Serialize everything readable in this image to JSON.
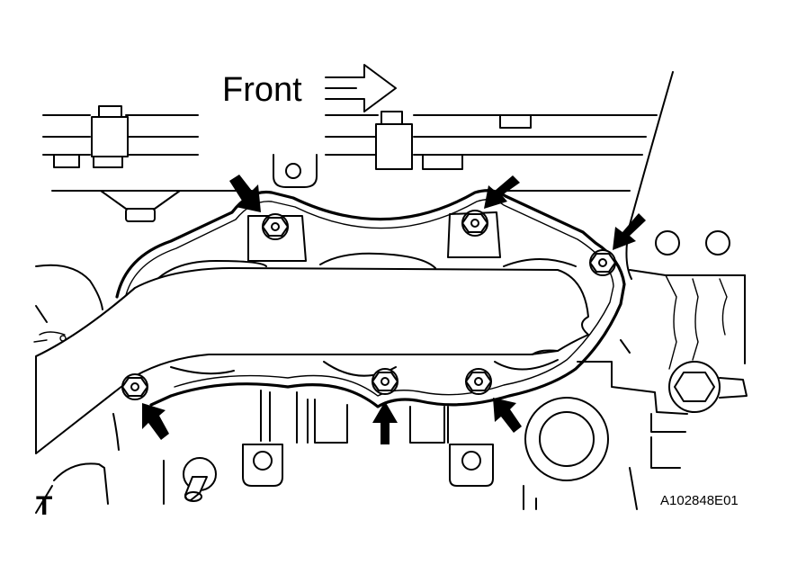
{
  "labels": {
    "front": "Front",
    "figure_code": "A102848E01",
    "corner_mark": "T"
  },
  "colors": {
    "line": "#000000",
    "background": "#ffffff"
  },
  "icons": {
    "direction_arrow": "outline-right-arrow",
    "callout_arrow": "solid-black-arrow"
  }
}
